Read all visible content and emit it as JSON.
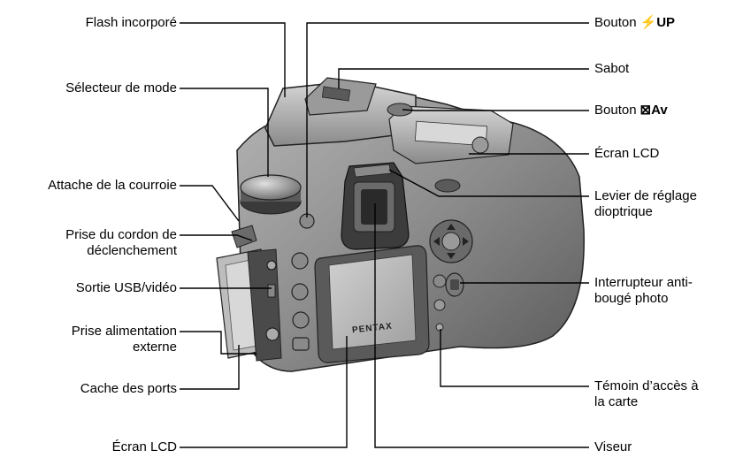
{
  "labels_left": {
    "flash": "Flash incorporé",
    "mode_dial": "Sélecteur de mode",
    "strap": "Attache de la courroie",
    "cable_line1": "Prise du cordon de",
    "cable_line2": "déclenchement",
    "usb": "Sortie USB/vidéo",
    "power_line1": "Prise alimentation",
    "power_line2": "externe",
    "cover": "Cache des ports",
    "lcd_bottom": "Écran LCD"
  },
  "labels_right": {
    "up_button": "Bouton",
    "up_button_symbol": "⚡UP",
    "hotshoe": "Sabot",
    "av_button": "Bouton",
    "av_button_symbol": "⊠Av",
    "lcd_top": "Écran LCD",
    "diopter_line1": "Levier de réglage",
    "diopter_line2": "dioptrique",
    "shake_line1": "Interrupteur anti-",
    "shake_line2": "bougé photo",
    "card_line1": "Témoin d’accès à",
    "card_line2": "la carte",
    "viewfinder": "Viseur"
  },
  "camera": {
    "brand": "PENTAX"
  },
  "colors": {
    "body": "#8a8a8a",
    "body_dark": "#4a4a4a",
    "screen": "#b8b8b8",
    "line": "#000000"
  }
}
